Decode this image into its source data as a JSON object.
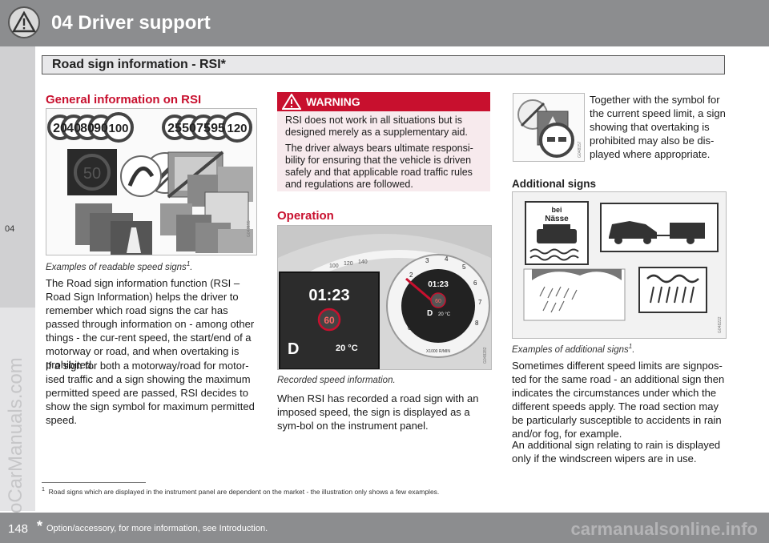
{
  "header": {
    "chapter_title": "04  Driver support",
    "chapter_tab": "04",
    "section_title": "Road sign information - RSI*"
  },
  "watermark": {
    "side_text": "ProCarManuals.com",
    "footer_text": "carmanualsonline.info"
  },
  "col1": {
    "heading": "General information on RSI",
    "figure_code": "G048155",
    "figure_signs": [
      "20",
      "40",
      "80",
      "90",
      "100",
      "25",
      "50",
      "75",
      "95",
      "120",
      "50"
    ],
    "caption": "Examples of readable speed signs",
    "caption_sup": "1",
    "para1": "The Road sign information function (RSI – Road Sign Information) helps the driver to remember which road signs the car has passed through information on - among other things - the cur-rent speed, the start/end of a motorway or road, and when overtaking is prohibited.",
    "para2": "If a sign for both a motorway/road for motor-ised traffic and a sign showing the maximum permitted speed are passed, RSI decides to show the sign symbol for maximum permitted speed."
  },
  "warning": {
    "title": "WARNING",
    "para1": "RSI does not work in all situations but is designed merely as a supplementary aid.",
    "para2": "The driver always bears ultimate responsi-bility for ensuring that the vehicle is driven safely and that applicable road traffic rules and regulations are followed."
  },
  "col2": {
    "heading": "Operation",
    "figure_code": "G048282",
    "display_time": "01:23",
    "display_speed": "60",
    "display_gear": "D",
    "display_temp": "20 °C",
    "gauge_unit": "X1000 R/MIN",
    "gauge_ticks": [
      "0",
      "1",
      "2",
      "3",
      "4",
      "5",
      "6",
      "7",
      "8"
    ],
    "dial_ticks": [
      "100",
      "120",
      "140"
    ],
    "caption": "Recorded speed information.",
    "para": "When RSI has recorded a road sign with an imposed speed, the sign is displayed as a sym-bol on the instrument panel."
  },
  "col3": {
    "figure_code_small": "G048157",
    "intro": "Together with the symbol for the current speed limit, a sign showing that overtaking is prohibited may also be dis-played where appropriate.",
    "heading": "Additional signs",
    "figure_code": "G048222",
    "sign_text_1": "bei",
    "sign_text_2": "Nässe",
    "caption": "Examples of additional signs",
    "caption_sup": "1",
    "para1": "Sometimes different speed limits are signpos-ted for the same road - an additional sign then indicates the circumstances under which the different speeds apply. The road section may be particularly susceptible to accidents in rain and/or fog, for example.",
    "para2": "An additional sign relating to rain is displayed only if the windscreen wipers are in use."
  },
  "footnote": {
    "mark": "1",
    "text": "Road signs which are displayed in the instrument panel are dependent on the market - the illustration only shows a few examples."
  },
  "footer": {
    "page_number": "148",
    "star": "*",
    "note": "Option/accessory, for more information, see Introduction."
  },
  "colors": {
    "header_grey": "#8c8d8f",
    "accent_red": "#c8102e",
    "warning_bg": "#f7eaed"
  }
}
